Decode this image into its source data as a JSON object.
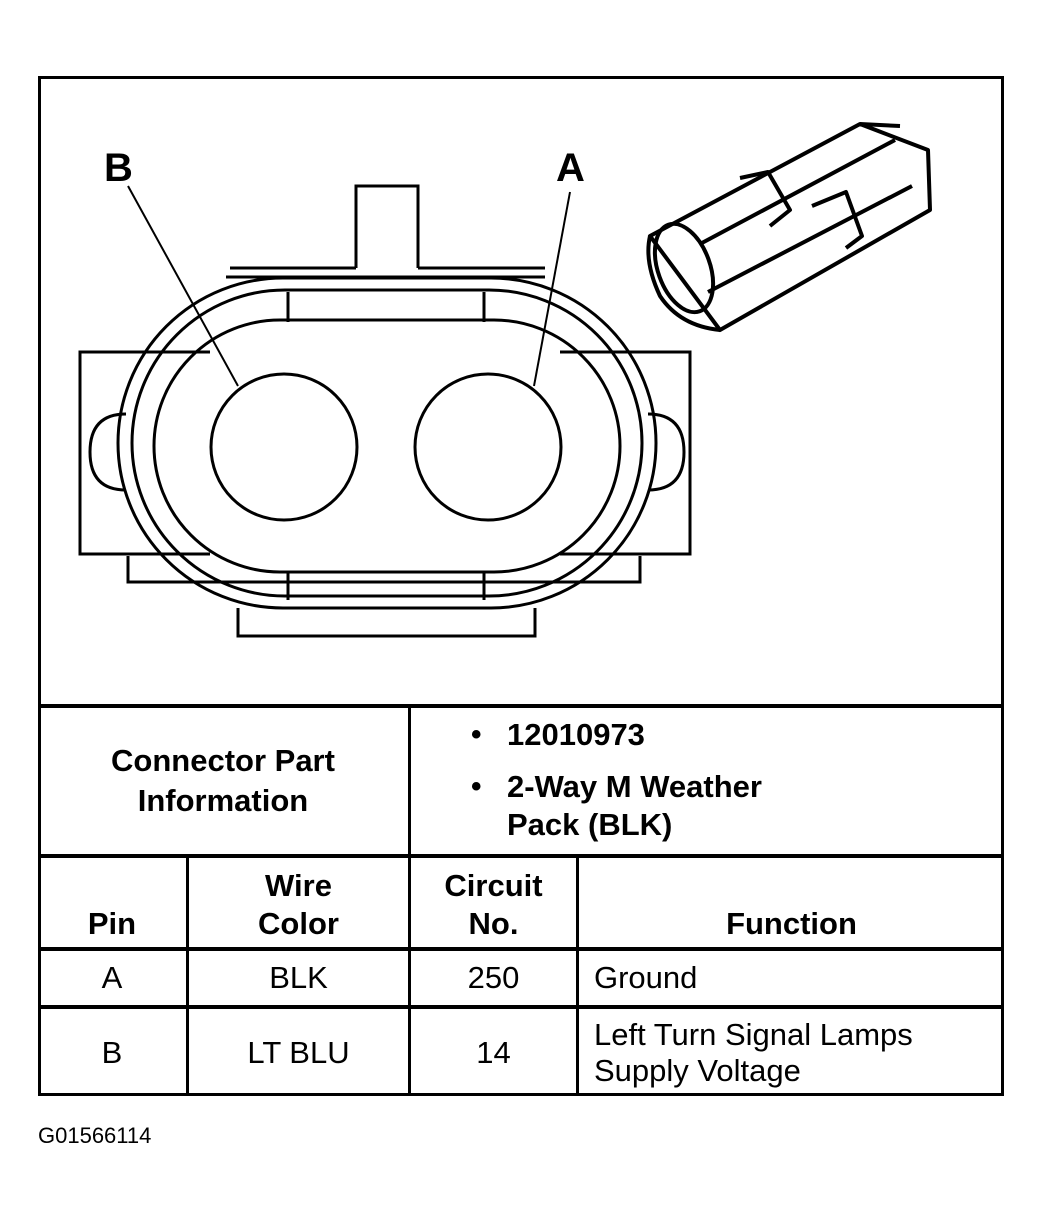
{
  "diagram": {
    "pin_labels": {
      "b": "B",
      "a": "A"
    }
  },
  "connector_info": {
    "label_line1": "Connector Part",
    "label_line2": "Information",
    "items": [
      {
        "bullet": "•",
        "lines": [
          "12010973"
        ]
      },
      {
        "bullet": "•",
        "lines": [
          "2-Way M Weather",
          "Pack (BLK)"
        ]
      }
    ]
  },
  "table": {
    "headers": {
      "pin": [
        "",
        "Pin"
      ],
      "wire_color": [
        "Wire",
        "Color"
      ],
      "circuit_no": [
        "Circuit",
        "No."
      ],
      "function": [
        "",
        "Function"
      ]
    },
    "rows": [
      {
        "pin": "A",
        "wire_color": "BLK",
        "circuit_no": "250",
        "function": [
          "Ground"
        ]
      },
      {
        "pin": "B",
        "wire_color": "LT BLU",
        "circuit_no": "14",
        "function": [
          "Left Turn Signal Lamps",
          "Supply Voltage"
        ]
      }
    ]
  },
  "figure_id": "G01566114"
}
